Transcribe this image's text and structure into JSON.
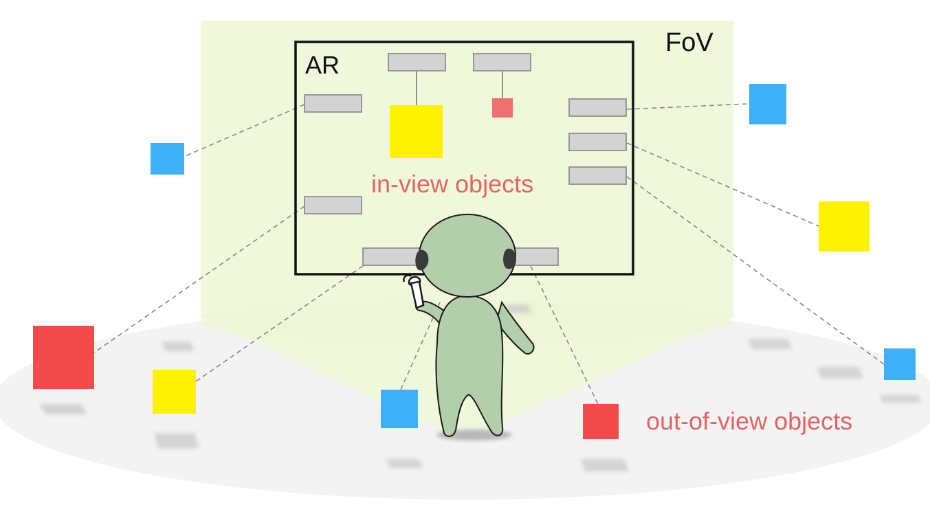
{
  "labels": {
    "fov": "FoV",
    "ar": "AR",
    "in_view": "in-view objects",
    "out_of_view": "out-of-view objects"
  },
  "colors": {
    "fov_region": "#f0f8dc",
    "floor": "#f3f3f3",
    "frame": "#111111",
    "tag": "#d3d3d3",
    "object_blue": "#3db0f7",
    "object_yellow": "#fff200",
    "object_red": "#f24b4b",
    "character": "#b3ceaa",
    "region_label": "#e06666"
  },
  "icons": {
    "character": "alien-user-with-headset-icon",
    "controller": "handheld-controller-icon"
  }
}
